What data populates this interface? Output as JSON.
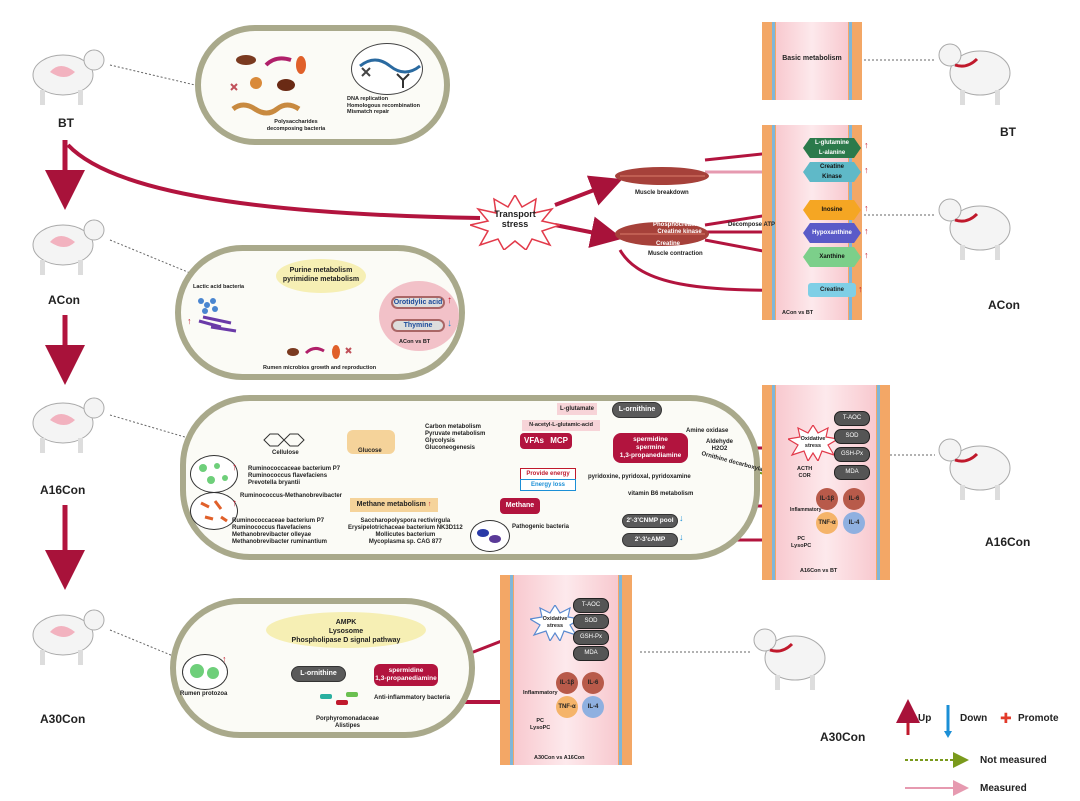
{
  "stages": {
    "bt": "BT",
    "acon": "ACon",
    "a16con": "A16Con",
    "a30con": "A30Con"
  },
  "bt_panel": {
    "rumen_label": "Polysaccharides\ndecomposing bacteria",
    "dna_label": "DNA replication\nHomologous recombination\nMismatch repair",
    "basic_metabolism": "Basic metabolism"
  },
  "transport": {
    "label": "Transport\nstress",
    "muscle_breakdown": "Muscle breakdown",
    "phosphocreatine": "Phosphocreatine\nCreatine kinase",
    "creatine": "Creatine",
    "muscle_contraction": "Muscle contraction",
    "decompose_atp": "Decompose ATP",
    "l_glutamine": "L-glutamine\nL-alanine",
    "creatine_kinase": "Creatine\nKinase",
    "inosine": "Inosine",
    "hypoxanthine": "Hypoxanthine",
    "xanthine": "Xanthine",
    "creatine_out": "Creatine",
    "comparison": "ACon vs BT"
  },
  "acon_panel": {
    "lactic": "Lactic acid bacteria",
    "purine": "Purine metabolism\npyrimidine metabolism",
    "orotidylic": "Orotidylic acid",
    "thymine": "Thymine",
    "comparison": "ACon vs BT",
    "rumen_growth": "Rumen microbios growth and reproduction"
  },
  "a16_panel": {
    "cellulose": "Cellulose",
    "glucose": "Glucose",
    "carbon": "Carbon metabolism\nPyruvate metabolism\nGlycolysis\nGluconeogenesis",
    "vfas": "VFAs",
    "mcp": "MCP",
    "l_glutamate": "L-glutamate",
    "l_ornithine": "L-ornithine",
    "n_acetyl": "N-acetyl-L-glutamic-acid",
    "spermidine": "spermidine\nspermine\n1,3-propanediamine",
    "amine_oxidase": "Amine oxidase",
    "aldehyde": "Aldehyde\nH2O2",
    "ornithine_decarb": "Ornithine decarboxylase",
    "provide_energy": "Provide energy",
    "energy_loss": "Energy loss",
    "pyridoxine": "pyridoxine, pyridoxal, pyridoxamine",
    "vitb6": "vitamin B6 metabolism",
    "bacteria_group1": "Ruminococcaceae bacterium P7\nRuminococcus flavefaciens\nPrevotella bryantii",
    "rumino_methano": "Ruminococcus-Methanobrevibacter",
    "methane_metab": "Methane metabolism",
    "methane": "Methane",
    "bacteria_group2": "Ruminococcaceae bacterium P7\nRuminococcus flavefaciens\nMethanobrevibacter olleyae\nMethanobrevibacter ruminantium",
    "bacteria_group3": "Saccharopolyspora rectivirgula\nErysipelotrichaceae bacterium NK3D112\nMollicutes bacterium\nMycoplasma sp. CAG 877",
    "pathogenic": "Pathogenic bacteria",
    "cnmp": "2'-3'CNMP pool",
    "camp": "2'-3'cAMP",
    "oxidative": "Oxidative\nstress",
    "acth": "ACTH\nCOR",
    "t_aoc": "T-AOC",
    "sod": "SOD",
    "gsh": "GSH-Px",
    "mda": "MDA",
    "il1b": "IL-1β",
    "il6": "IL-6",
    "tnfa": "TNF-α",
    "il4": "IL-4",
    "inflammatory": "Inflammatory",
    "pc": "PC\nLysoPC",
    "comparison": "A16Con vs BT"
  },
  "a30_panel": {
    "ampk": "AMPK\nLysosome\nPhospholipase D signal pathway",
    "rumen_protozoa": "Rumen protozoa",
    "l_ornithine": "L-ornithine",
    "spermidine": "spermidine\n1,3-propanediamine",
    "anti_inflam": "Anti-inflammatory bacteria",
    "porphyro": "Porphyromonadaceae\nAlistipes",
    "oxidative": "Oxidative\nstress",
    "t_aoc": "T-AOC",
    "sod": "SOD",
    "gsh": "GSH-Px",
    "mda": "MDA",
    "il1b": "IL-1β",
    "il6": "IL-6",
    "tnfa": "TNF-α",
    "il4": "IL-4",
    "inflammatory": "Inflammatory",
    "pc": "PC\nLysoPC",
    "comparison": "A30Con vs A16Con"
  },
  "legend": {
    "up": "Up",
    "down": "Down",
    "promote": "Promote",
    "not_measured": "Not measured",
    "measured": "Measured"
  },
  "colors": {
    "accent": "#b2143e",
    "up": "#c0192c",
    "down": "#1b8fd6",
    "capsule": "#a9a98b",
    "dashed": "#7a9a1c"
  }
}
